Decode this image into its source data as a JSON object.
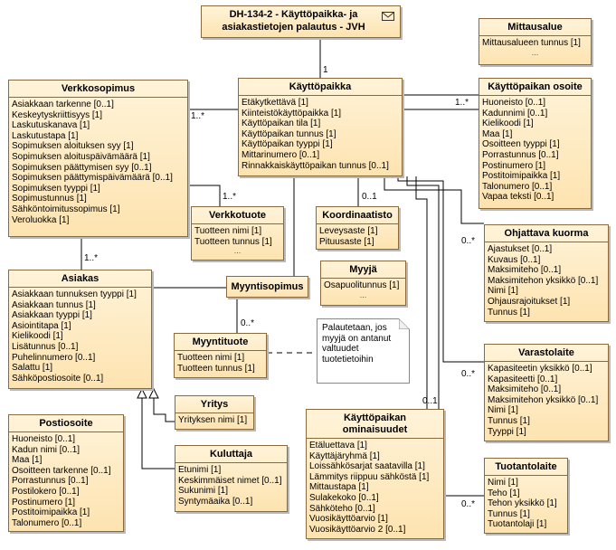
{
  "title_box": {
    "line1": "DH-134-2 - Käyttöpaikka- ja",
    "line2": "asiakastietojen palautus - JVH"
  },
  "classes": {
    "mittausalue": {
      "name": "Mittausalue",
      "attrs": [
        "Mittausalueen tunnus [1]"
      ],
      "more": "..."
    },
    "verkkosopimus": {
      "name": "Verkkosopimus",
      "attrs": [
        "Asiakkaan tarkenne [0..1]",
        "Keskeytyskriittisyys [1]",
        "Laskutuskanava [1]",
        "Laskutustapa [1]",
        "Sopimuksen aloituksen syy [1]",
        "Sopimuksen aloituspäivämäärä [1]",
        "Sopimuksen päättymisen syy [0..1]",
        "Sopimuksen päättymispäivämäärä [0..1]",
        "Sopimuksen tyyppi [1]",
        "Sopimustunnus [1]",
        "Sähköntoimitussopimus [1]",
        "Veroluokka [1]"
      ]
    },
    "kayttopaikka": {
      "name": "Käyttöpaikka",
      "attrs": [
        "Etäkytkettävä [1]",
        "Kiinteistökäyttöpaikka [1]",
        "Käyttöpaikan tila [1]",
        "Käyttöpaikan tunnus [1]",
        "Käyttöpaikan tyyppi [1]",
        "Mittarinumero [0..1]",
        "Rinnakkaiskäyttöpaikan tunnus [0..1]"
      ]
    },
    "kayttopaikan_osoite": {
      "name": "Käyttöpaikan osoite",
      "attrs": [
        "Huoneisto [0..1]",
        "Kadunnimi [0..1]",
        "Kielikoodi [1]",
        "Maa [1]",
        "Osoitteen tyyppi [1]",
        "Porrastunnus [0..1]",
        "Postinumero [1]",
        "Postitoimipaikka [1]",
        "Talonumero [0..1]",
        "Vapaa teksti [0..1]"
      ]
    },
    "verkkotuote": {
      "name": "Verkkotuote",
      "attrs": [
        "Tuotteen nimi [1]",
        "Tuotteen tunnus [1]"
      ],
      "more": "..."
    },
    "koordinaatisto": {
      "name": "Koordinaatisto",
      "attrs": [
        "Leveysaste [1]",
        "Pituusaste [1]"
      ]
    },
    "ohjattava_kuorma": {
      "name": "Ohjattava kuorma",
      "attrs": [
        "Ajastukset [0..1]",
        "Kuvaus [0..1]",
        "Maksimiteho [0..1]",
        "Maksimitehon yksikkö [0..1]",
        "Nimi [1]",
        "Ohjausrajoitukset [1]",
        "Tunnus [1]"
      ]
    },
    "asiakas": {
      "name": "Asiakas",
      "attrs": [
        "Asiakkaan tunnuksen tyyppi [1]",
        "Asiakkaan tunnus [1]",
        "Asiakkaan tyyppi [1]",
        "Asiointitapa [1]",
        "Kielikoodi [1]",
        "Lisätunnus [0..1]",
        "Puhelinnumero [0..1]",
        "Salattu [1]",
        "Sähköpostiosoite [0..1]"
      ]
    },
    "myyja": {
      "name": "Myyjä",
      "attrs": [
        "Osapuolitunnus [1]"
      ],
      "more": "..."
    },
    "myyntisopimus": {
      "name": "Myyntisopimus"
    },
    "myyntituote": {
      "name": "Myyntituote",
      "attrs": [
        "Tuotteen nimi [1]",
        "Tuotteen tunnus [1]"
      ]
    },
    "varastolaite": {
      "name": "Varastolaite",
      "attrs": [
        "Kapasiteetin yksikkö [0..1]",
        "Kapasiteetti [0..1]",
        "Maksimiteho [0..1]",
        "Maksimitehon yksikkö [0..1]",
        "Nimi [1]",
        "Tunnus [1]",
        "Tyyppi [1]"
      ]
    },
    "yritys": {
      "name": "Yritys",
      "attrs": [
        "Yrityksen nimi [1]"
      ]
    },
    "postiosoite": {
      "name": "Postiosoite",
      "attrs": [
        "Huoneisto [0..1]",
        "Kadun nimi [0..1]",
        "Maa [1]",
        "Osoitteen tarkenne [0..1]",
        "Porrastunnus [0..1]",
        "Postilokero [0..1]",
        "Postinumero [1]",
        "Postitoimipaikka [1]",
        "Talonumero [0..1]"
      ]
    },
    "kuluttaja": {
      "name": "Kuluttaja",
      "attrs": [
        "Etunimi [1]",
        "Keskimmäiset nimet [0..1]",
        "Sukunimi [1]",
        "Syntymäaika [0..1]"
      ]
    },
    "kayttopaikan_ominaisuudet": {
      "name_line1": "Käyttöpaikan",
      "name_line2": "ominaisuudet",
      "attrs": [
        "Etäluettava [1]",
        "Käyttäjäryhmä [1]",
        "Loissähkösarjat saatavilla [1]",
        "Lämmitys riippuu sähköstä [1]",
        "Mittaustapa [1]",
        "Sulakekoko [0..1]",
        "Sähköteho [0..1]",
        "Vuosikäyttöarvio [1]",
        "Vuosikäyttöarvio 2 [0..1]"
      ]
    },
    "tuotantolaite": {
      "name": "Tuotantolaite",
      "attrs": [
        "Nimi [1]",
        "Teho [1]",
        "Tehon yksikkö [1]",
        "Tunnus [1]",
        "Tuotantolaji [1]"
      ]
    }
  },
  "note": "Palautetaan, jos myyjä on antanut valtuudet tuotetietoihin",
  "multiplicities": {
    "title_to_kp": "1",
    "vs_kp": "1..*",
    "kp_osoite": "1..*",
    "vs_tuote": "1..*",
    "vs_asiakas": "1..*",
    "koord": "0..1",
    "ohjattava": "0..*",
    "myyntituote": "0..*",
    "varasto": "0..*",
    "ominaisuudet": "0..1",
    "tuotanto": "0..*"
  },
  "colors": {
    "box_fill": "#fde3b0",
    "box_border": "#8a6a3a",
    "line": "#000000"
  }
}
